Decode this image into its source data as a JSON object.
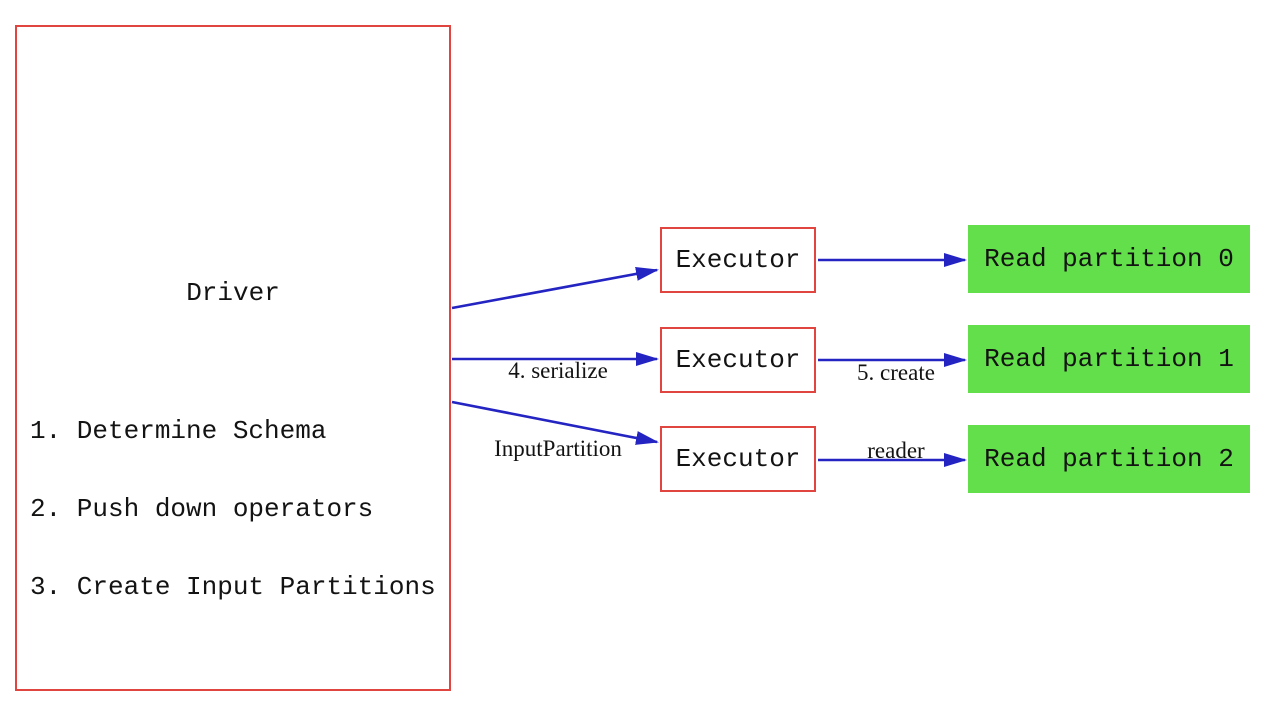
{
  "colors": {
    "red": "#e0453f",
    "blue": "#2424c2",
    "green": "#63df4b",
    "ink": "#131313",
    "bg": "#ffffff"
  },
  "driver": {
    "title": "Driver",
    "steps": [
      "1. Determine Schema",
      "2. Push down operators",
      "3. Create Input Partitions"
    ]
  },
  "executors": [
    {
      "label": "Executor"
    },
    {
      "label": "Executor"
    },
    {
      "label": "Executor"
    }
  ],
  "partitions": [
    {
      "label": "Read partition 0"
    },
    {
      "label": "Read partition 1"
    },
    {
      "label": "Read partition 2"
    }
  ],
  "edge_labels": {
    "serialize": {
      "line1": "4. serialize",
      "line2": "InputPartition"
    },
    "create_reader": {
      "line1": "5. create",
      "line2": "reader"
    }
  }
}
